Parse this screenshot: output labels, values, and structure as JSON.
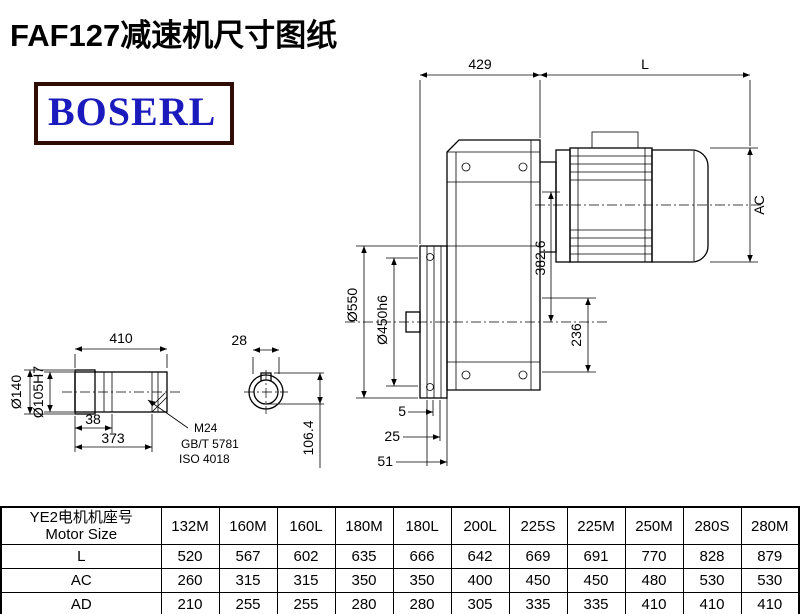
{
  "page": {
    "title": "FAF127减速机尺寸图纸",
    "logo_text": "BOSERL"
  },
  "colors": {
    "logo_text": "#1b1bbd",
    "logo_border": "#2f0c04",
    "line": "#000000"
  },
  "drawing": {
    "top_dim": "429",
    "motor_length_dim": "L",
    "motor_width_dim": "AC",
    "center_height_dim": "382.6",
    "flange_od_dim": "Ø550",
    "flange_spigot_dim": "Ø450h6",
    "bottom_height_dim": "236",
    "offset_dims": [
      "5",
      "25",
      "51"
    ],
    "shaft": {
      "length_dim": "410",
      "key_width_dim": "28",
      "step_dim": "38",
      "usable_length_dim": "373",
      "thread_dim": "M24",
      "standard_1": "GB/T 5781",
      "standard_2": "ISO 4018",
      "hub_od_dim": "Ø140",
      "bore_dim": "Ø105H7",
      "key_height_dim": "106.4"
    }
  },
  "table": {
    "header_label_cn": "YE2电机机座号",
    "header_label_en": "Motor Size",
    "motor_sizes": [
      "132M",
      "160M",
      "160L",
      "180M",
      "180L",
      "200L",
      "225S",
      "225M",
      "250M",
      "280S",
      "280M"
    ],
    "rows": [
      {
        "label": "L",
        "values": [
          "520",
          "567",
          "602",
          "635",
          "666",
          "642",
          "669",
          "691",
          "770",
          "828",
          "879"
        ]
      },
      {
        "label": "AC",
        "values": [
          "260",
          "315",
          "315",
          "350",
          "350",
          "400",
          "450",
          "450",
          "480",
          "530",
          "530"
        ]
      },
      {
        "label": "AD",
        "values": [
          "210",
          "255",
          "255",
          "280",
          "280",
          "305",
          "335",
          "335",
          "410",
          "410",
          "410"
        ]
      }
    ]
  }
}
